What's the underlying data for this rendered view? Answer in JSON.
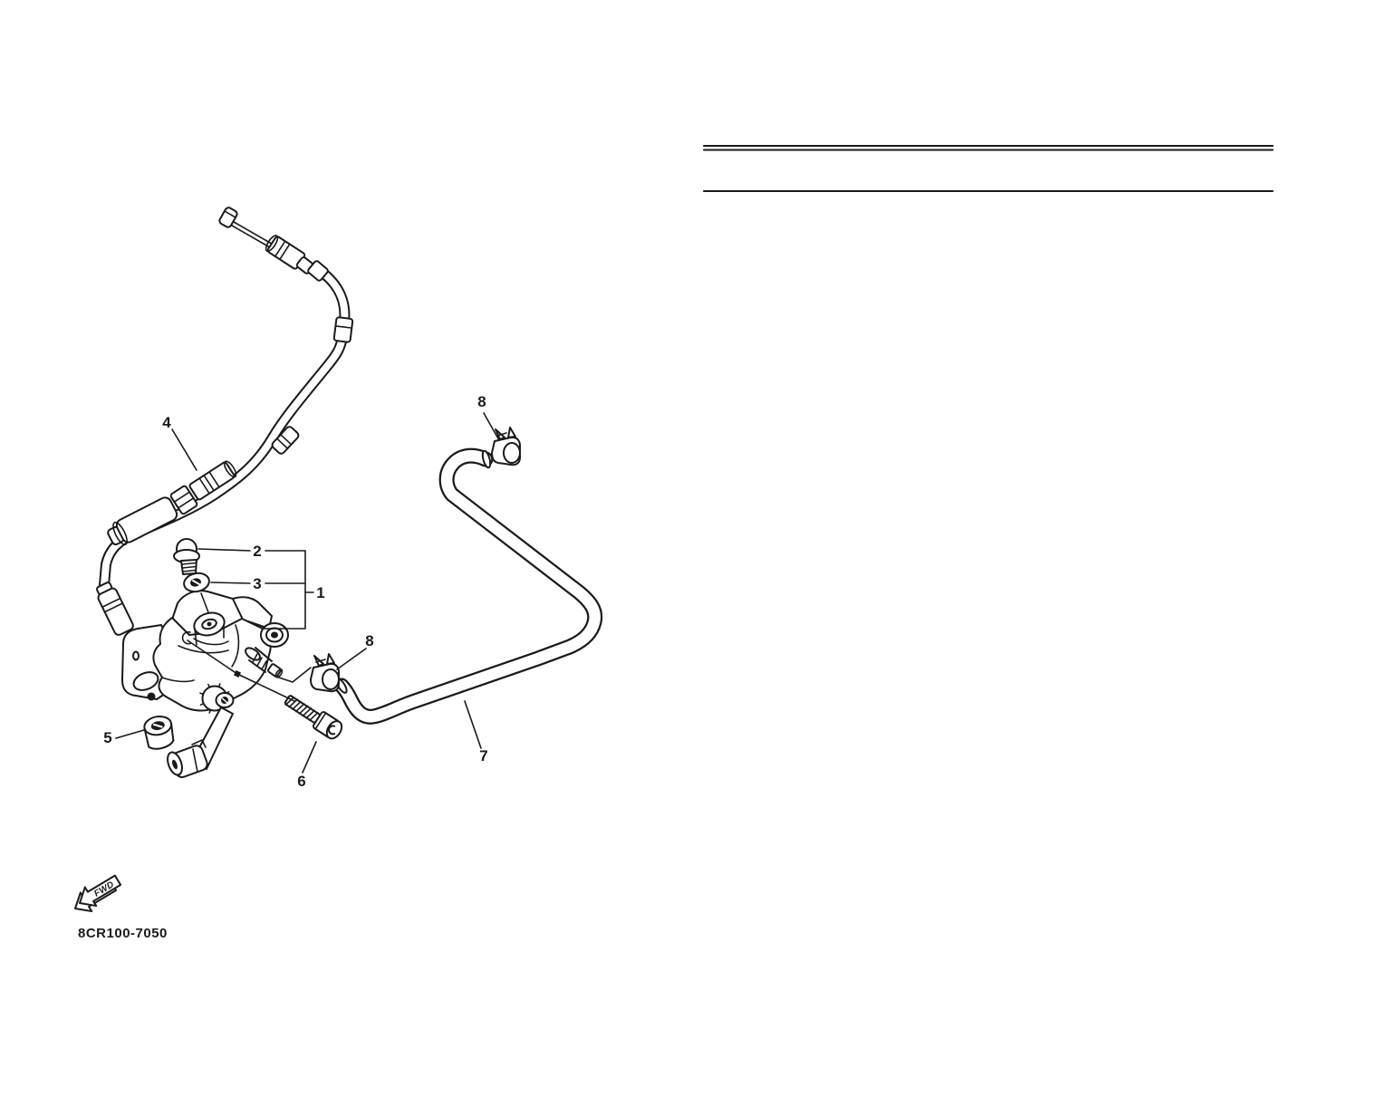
{
  "colors": {
    "ink": "#1a1a1a",
    "paper": "#ffffff"
  },
  "callouts": {
    "n1": "1",
    "n2": "2",
    "n3": "3",
    "n4": "4",
    "n5": "5",
    "n6": "6",
    "n7": "7",
    "n8_top": "8",
    "n8_mid": "8"
  },
  "footer": {
    "fwd_label": "FWD",
    "part_code": "8CR100-7050"
  }
}
